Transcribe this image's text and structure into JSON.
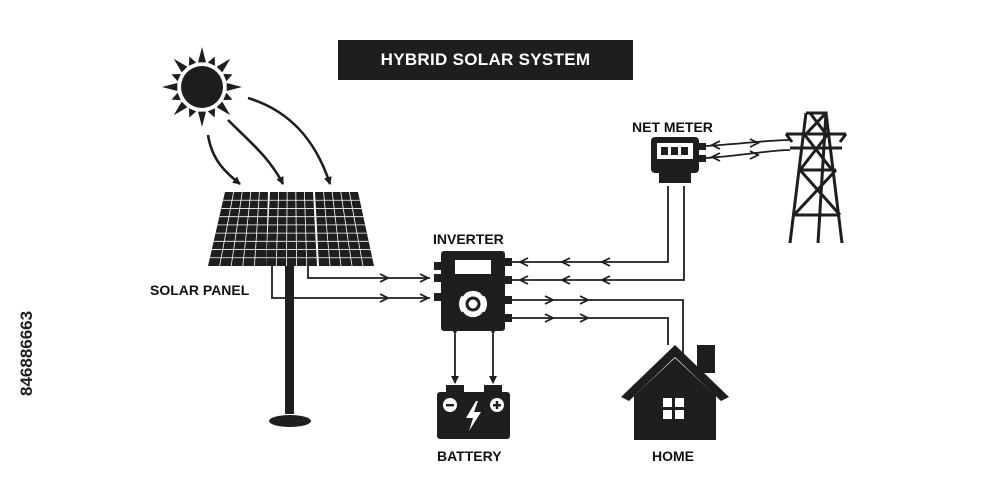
{
  "title": "HYBRID SOLAR SYSTEM",
  "labels": {
    "solar_panel": "SOLAR PANEL",
    "inverter": "INVERTER",
    "net_meter": "NET METER",
    "battery": "BATTERY",
    "home": "HOME"
  },
  "stock_id": "846886663",
  "colors": {
    "ink": "#1e1e1e",
    "background": "#ffffff",
    "title_text": "#ffffff"
  },
  "icons": [
    "sun-icon",
    "solar-panel-icon",
    "inverter-icon",
    "battery-icon",
    "home-icon",
    "net-meter-icon",
    "transmission-tower-icon"
  ]
}
